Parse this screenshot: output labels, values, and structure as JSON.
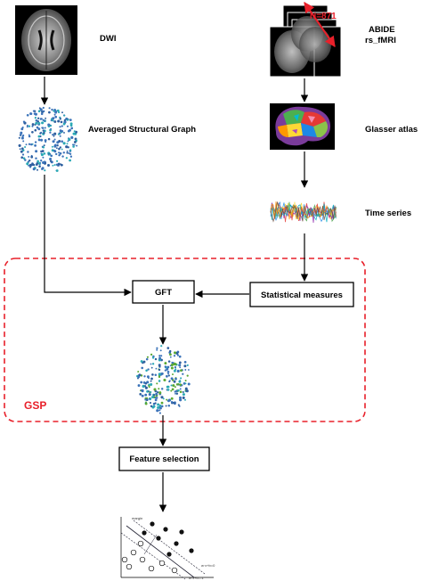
{
  "labels": {
    "dwi": "DWI",
    "abide_line1": "ABIDE",
    "abide_line2": "rs_fMRI",
    "n_count": "N=871",
    "averaged_graph": "Averaged Structural Graph",
    "glasser": "Glasser atlas",
    "time_series": "Time series",
    "gft": "GFT",
    "statistical": "Statistical measures",
    "gsp": "GSP",
    "feature_selection": "Feature selection"
  },
  "colors": {
    "accent_red": "#e8202a",
    "node_blue": "#3b73b9",
    "node_teal": "#2aa9b5",
    "node_green": "#5aa832",
    "box_stroke": "#000000"
  },
  "icons": {
    "dwi_image": "brain-mri-axial-icon",
    "fmri_stack": "fmri-volume-stack-icon",
    "atlas": "brain-atlas-parcellation-icon",
    "signals": "time-series-signal-icon",
    "graph": "brain-node-graph-icon",
    "svm": "svm-classifier-plot-icon"
  }
}
